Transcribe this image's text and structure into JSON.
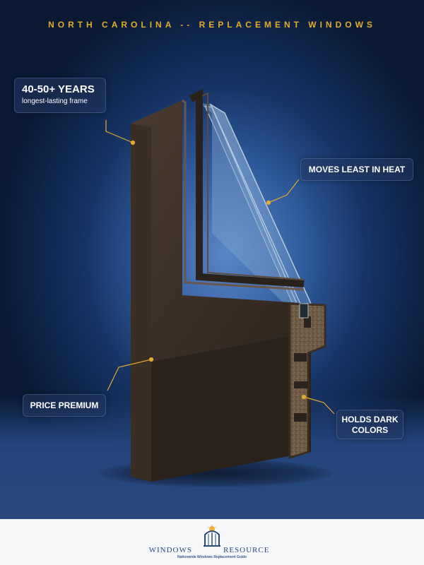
{
  "header": {
    "title": "NORTH CAROLINA -- REPLACEMENT WINDOWS"
  },
  "callouts": {
    "years": {
      "headline": "40-50+ YEARS",
      "subtext": "longest-lasting frame"
    },
    "heat": {
      "label": "MOVES LEAST IN HEAT"
    },
    "price": {
      "label": "PRICE PREMIUM"
    },
    "colors": {
      "line1": "HOLDS DARK",
      "line2": "COLORS"
    }
  },
  "footer": {
    "brand_left": "WINDOWS",
    "brand_right": "RESOURCE",
    "tagline": "Nationwide Windows Replacement Guide"
  },
  "colors": {
    "accent": "#e3ac2e",
    "frame": "#3e3128",
    "background": "#1c3f78",
    "footer_text": "#2a4a7a"
  },
  "icons": [
    "window-logo-icon",
    "sun-icon"
  ]
}
